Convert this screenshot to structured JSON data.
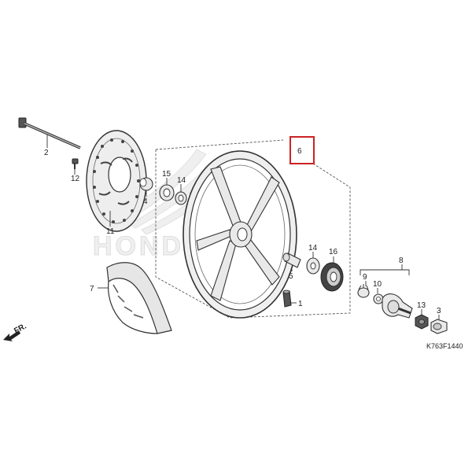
{
  "diagram": {
    "callouts": [
      {
        "id": "2",
        "text": "2",
        "name": "callout-2-axle"
      },
      {
        "id": "12",
        "text": "12",
        "name": "callout-12-bolt"
      },
      {
        "id": "11",
        "text": "11",
        "name": "callout-11-brake-disc"
      },
      {
        "id": "15",
        "text": "15",
        "name": "callout-15-bearing"
      },
      {
        "id": "14a",
        "text": "14",
        "name": "callout-14-dust-seal-left"
      },
      {
        "id": "4",
        "text": "4",
        "name": "callout-4-collar"
      },
      {
        "id": "6",
        "text": "6",
        "name": "callout-6-wheel",
        "highlight_color": "#cc2222"
      },
      {
        "id": "14b",
        "text": "14",
        "name": "callout-14-dust-seal-right"
      },
      {
        "id": "16",
        "text": "16",
        "name": "callout-16-bearing"
      },
      {
        "id": "5",
        "text": "5",
        "name": "callout-5-spacer"
      },
      {
        "id": "1",
        "text": "1",
        "name": "callout-1-valve"
      },
      {
        "id": "7",
        "text": "7",
        "name": "callout-7-tire"
      },
      {
        "id": "8",
        "text": "8",
        "name": "callout-8-gearbox-assy"
      },
      {
        "id": "9",
        "text": "9",
        "name": "callout-9-retainer"
      },
      {
        "id": "10",
        "text": "10",
        "name": "callout-10-gear"
      },
      {
        "id": "13",
        "text": "13",
        "name": "callout-13-nut"
      },
      {
        "id": "3",
        "text": "3",
        "name": "callout-3-cap"
      }
    ],
    "direction_label": "FR.",
    "watermark": "HONDA",
    "diagram_code": "K763F1440",
    "highlight_color": "#cc2222"
  }
}
